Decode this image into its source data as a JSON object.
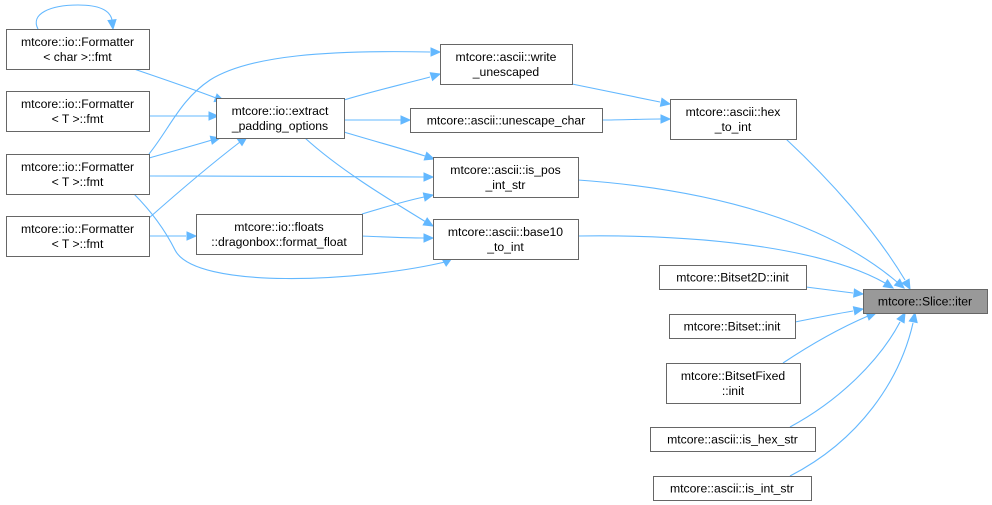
{
  "colors": {
    "edge": "#63b8ff",
    "node_border": "#666666",
    "target_fill": "#999999"
  },
  "nodes": {
    "fmt_char": {
      "lines": [
        "mtcore::io::Formatter",
        "< char >::fmt"
      ]
    },
    "fmt_t1": {
      "lines": [
        "mtcore::io::Formatter",
        "< T >::fmt"
      ]
    },
    "fmt_t2": {
      "lines": [
        "mtcore::io::Formatter",
        "< T >::fmt"
      ]
    },
    "fmt_t3": {
      "lines": [
        "mtcore::io::Formatter",
        "< T >::fmt"
      ]
    },
    "extract": {
      "lines": [
        "mtcore::io::extract",
        "_padding_options"
      ]
    },
    "format_float": {
      "lines": [
        "mtcore::io::floats",
        "::dragonbox::format_float"
      ]
    },
    "write_unesc": {
      "lines": [
        "mtcore::ascii::write",
        "_unescaped"
      ]
    },
    "unesc_char": {
      "lines": [
        "mtcore::ascii::unescape_char"
      ]
    },
    "is_pos": {
      "lines": [
        "mtcore::ascii::is_pos",
        "_int_str"
      ]
    },
    "base10": {
      "lines": [
        "mtcore::ascii::base10",
        "_to_int"
      ]
    },
    "hex_to_int": {
      "lines": [
        "mtcore::ascii::hex",
        "_to_int"
      ]
    },
    "bitset2d": {
      "lines": [
        "mtcore::Bitset2D::init"
      ]
    },
    "bitset": {
      "lines": [
        "mtcore::Bitset::init"
      ]
    },
    "bitsetfixed": {
      "lines": [
        "mtcore::BitsetFixed",
        "::init"
      ]
    },
    "is_hex": {
      "lines": [
        "mtcore::ascii::is_hex_str"
      ]
    },
    "is_int": {
      "lines": [
        "mtcore::ascii::is_int_str"
      ]
    },
    "iter": {
      "lines": [
        "mtcore::Slice::iter"
      ],
      "highlighted": true
    }
  },
  "edges": [
    [
      "fmt_char",
      "fmt_char"
    ],
    [
      "fmt_char",
      "extract"
    ],
    [
      "fmt_t1",
      "extract"
    ],
    [
      "fmt_t2",
      "extract"
    ],
    [
      "fmt_t2",
      "write_unesc"
    ],
    [
      "fmt_t2",
      "is_pos"
    ],
    [
      "fmt_t3",
      "extract"
    ],
    [
      "fmt_t3",
      "format_float"
    ],
    [
      "fmt_t3",
      "base10"
    ],
    [
      "extract",
      "write_unesc"
    ],
    [
      "extract",
      "unesc_char"
    ],
    [
      "extract",
      "is_pos"
    ],
    [
      "extract",
      "base10"
    ],
    [
      "format_float",
      "is_pos"
    ],
    [
      "format_float",
      "base10"
    ],
    [
      "write_unesc",
      "hex_to_int"
    ],
    [
      "unesc_char",
      "hex_to_int"
    ],
    [
      "hex_to_int",
      "iter"
    ],
    [
      "is_pos",
      "iter"
    ],
    [
      "base10",
      "iter"
    ],
    [
      "bitset2d",
      "iter"
    ],
    [
      "bitset",
      "iter"
    ],
    [
      "bitsetfixed",
      "iter"
    ],
    [
      "is_hex",
      "iter"
    ],
    [
      "is_int",
      "iter"
    ]
  ]
}
